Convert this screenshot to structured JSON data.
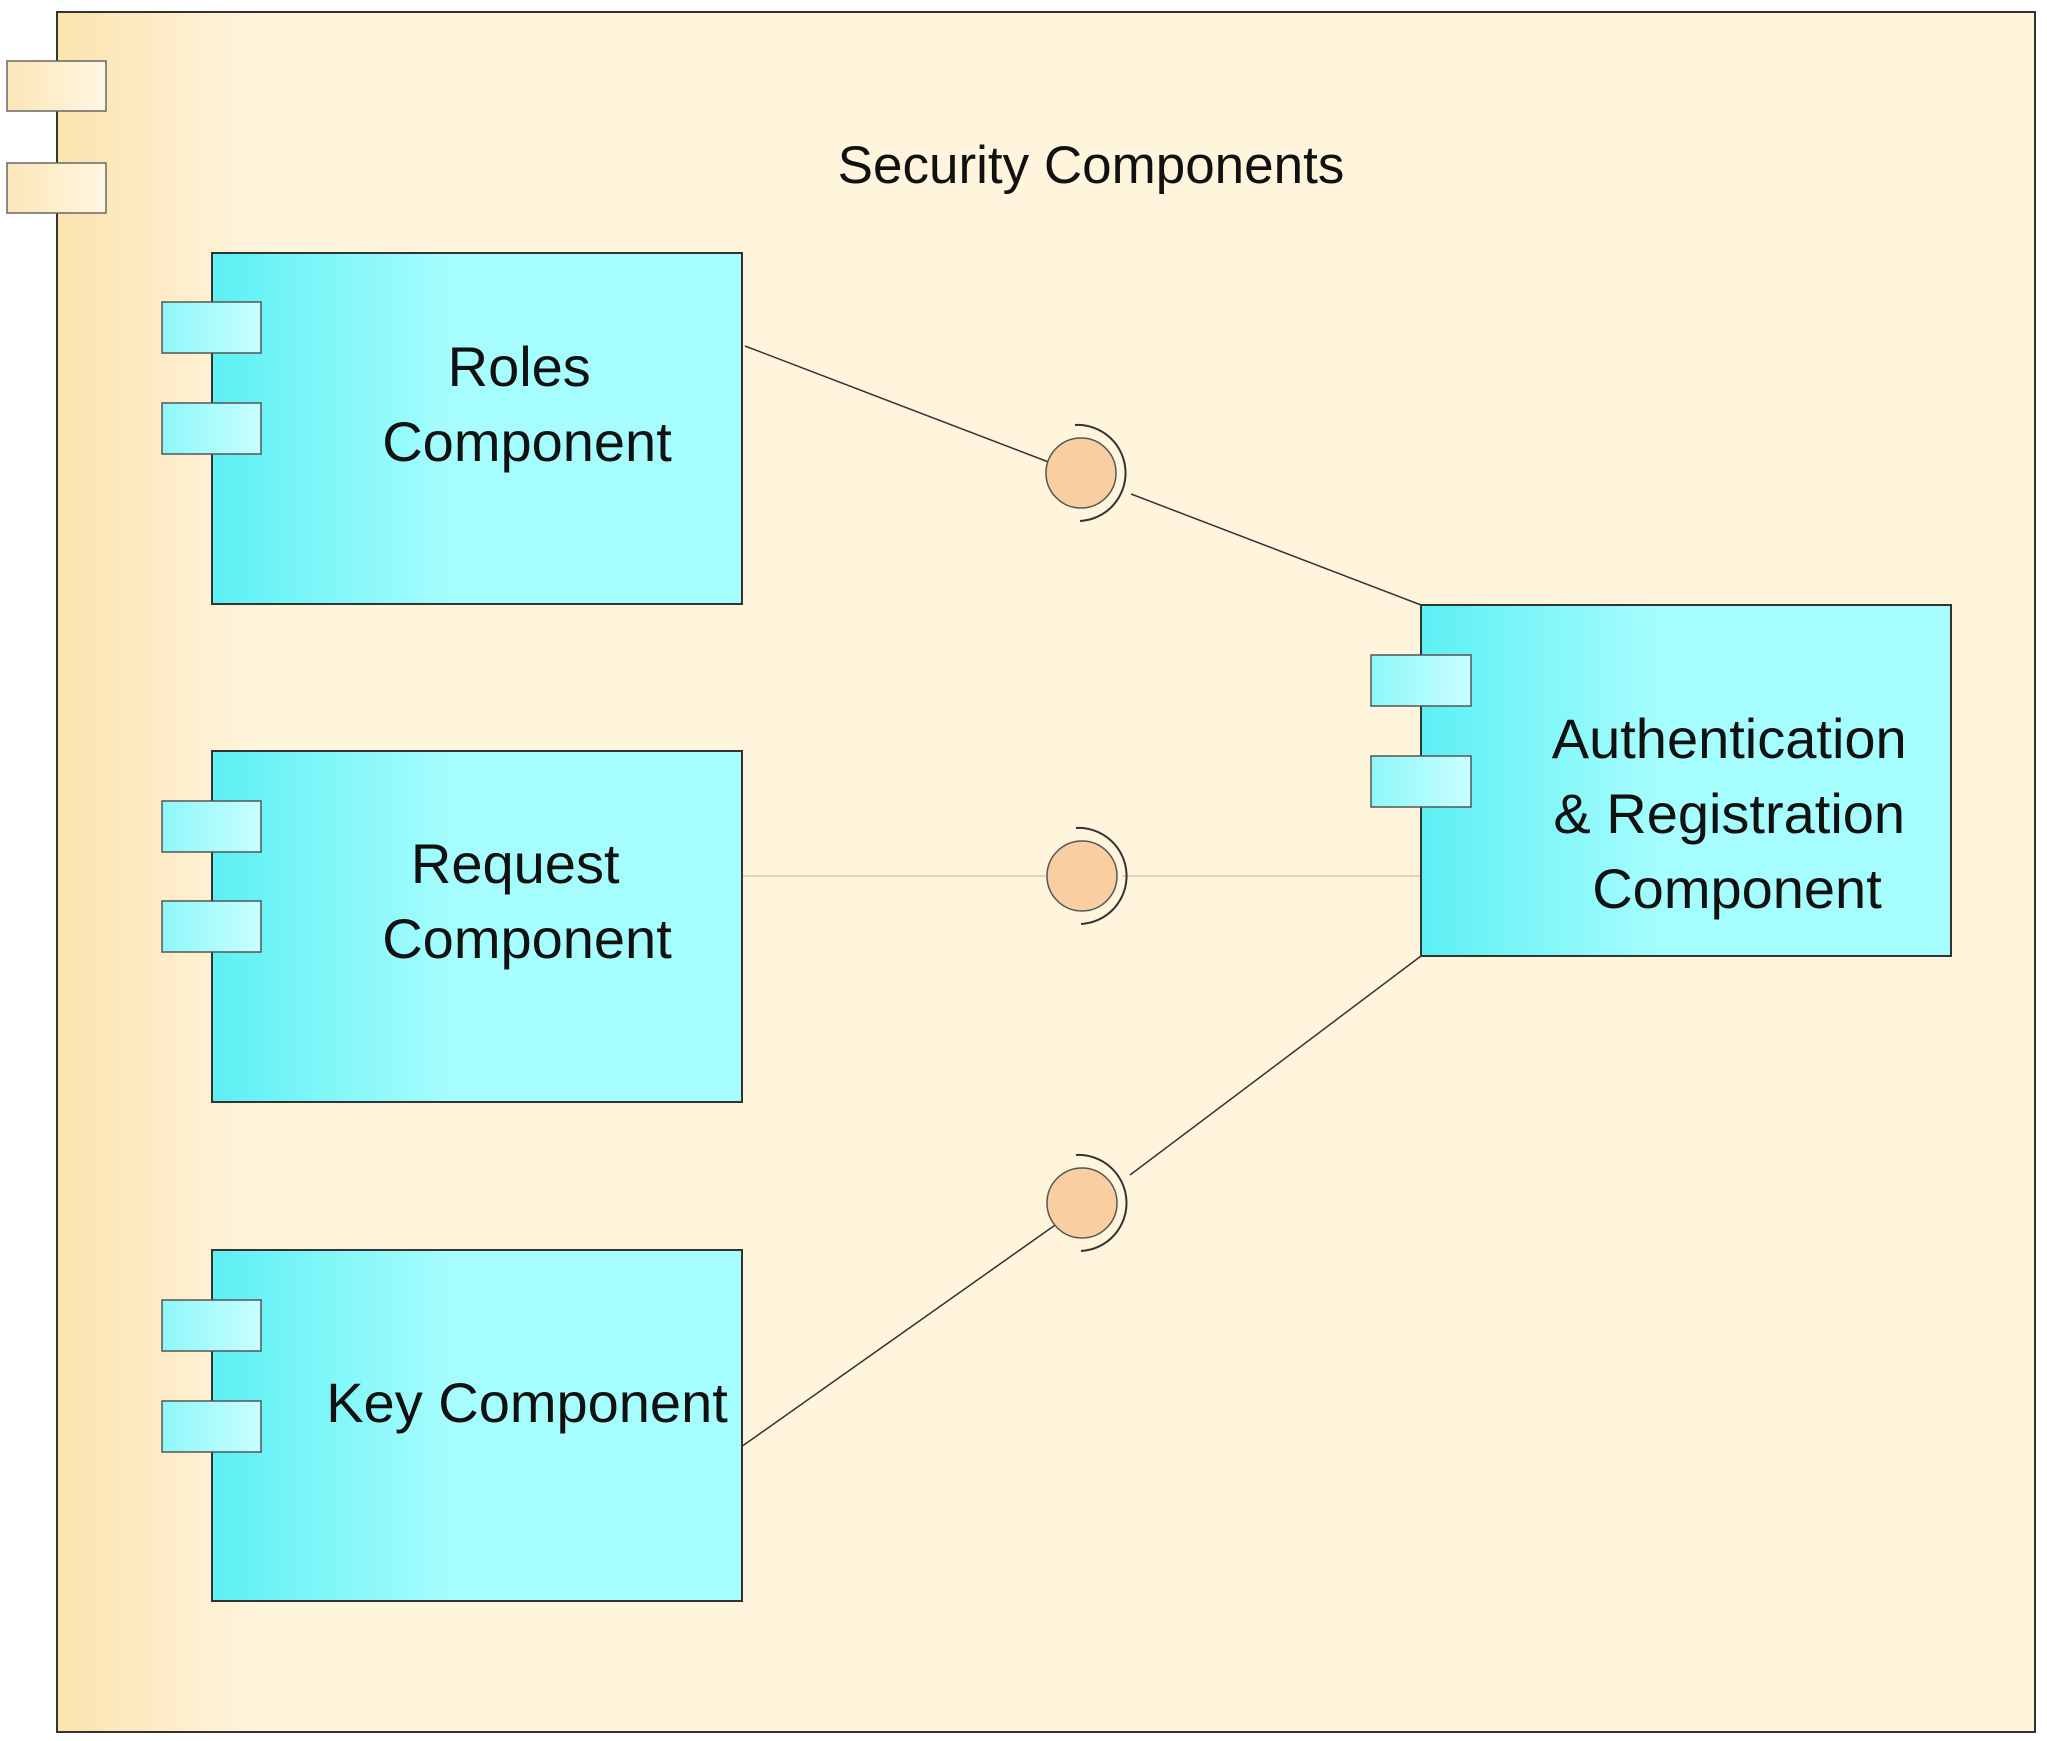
{
  "diagram": {
    "container": {
      "title": "Security Components"
    },
    "components": [
      {
        "id": "roles",
        "lines": [
          "Roles",
          "Component"
        ]
      },
      {
        "id": "request",
        "lines": [
          "Request",
          "Component"
        ]
      },
      {
        "id": "key",
        "lines": [
          "Key Component"
        ]
      },
      {
        "id": "auth",
        "lines": [
          "Authentication",
          "& Registration",
          "Component"
        ]
      }
    ],
    "interfaces": [
      {
        "from": "roles",
        "to": "auth"
      },
      {
        "from": "request",
        "to": "auth"
      },
      {
        "from": "key",
        "to": "auth"
      }
    ],
    "colors": {
      "container_fill": "#fff4dc",
      "container_edge": "#fbe6b8",
      "component_fill": "#a6fdfd",
      "component_edge": "#5ef0f4",
      "lollipop_fill": "#f9cfa2",
      "stroke": "#333333"
    }
  }
}
